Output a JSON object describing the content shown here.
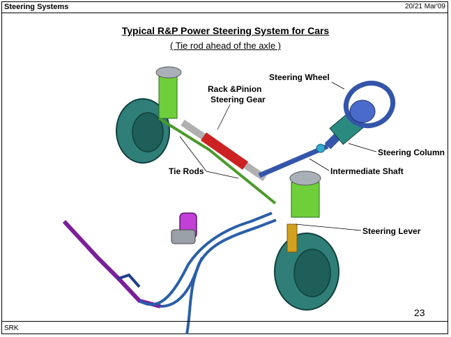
{
  "header": {
    "section": "Steering Systems",
    "date": "20/21 Mar'09"
  },
  "title": "Typical  R&P Power Steering System for Cars",
  "subtitle": "( Tie rod ahead of the axle )",
  "labels": {
    "steering_wheel": "Steering Wheel",
    "rack_pinion_line1": "Rack &Pinion",
    "rack_pinion_line2": "Steering Gear",
    "steering_column": "Steering Column",
    "tie_rods": "Tie Rods",
    "intermediate_shaft": "Intermediate Shaft",
    "steering_lever": "Steering Lever"
  },
  "footer": {
    "author": "SRK",
    "page": "23"
  },
  "colors": {
    "wheel": "#1f6f6a",
    "spring": "#66cc33",
    "rack": "#cc2222",
    "column": "#3355aa",
    "hose": "#7a1f9a",
    "line": "#2a5fa8"
  }
}
